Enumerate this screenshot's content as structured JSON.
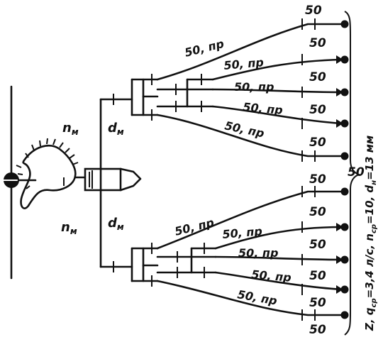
{
  "diagram": {
    "colors": {
      "ink": "#111111",
      "background": "#ffffff"
    },
    "main_labels": {
      "upper_n": "n",
      "upper_n_sub": "м",
      "upper_d": "d",
      "upper_d_sub": "м",
      "lower_n": "n",
      "lower_n_sub": "м",
      "lower_d": "d",
      "lower_d_sub": "м"
    },
    "branch_labels": {
      "upper": [
        "50, пр",
        "50, пр",
        "50, пр",
        "50, пр",
        "50, пр"
      ],
      "lower": [
        "50, пр",
        "50, пр",
        "50, пр",
        "50, пр",
        "50, пр"
      ]
    },
    "terminal_labels": {
      "upper": [
        "50",
        "50",
        "50",
        "50",
        "50",
        "50"
      ],
      "lower": [
        "50",
        "50",
        "50",
        "50",
        "50",
        "50"
      ]
    },
    "side_formula": {
      "z": "Z, q",
      "q_sub": "ср",
      "q_val": "=3,4 л/с, n",
      "n_sub": "ср",
      "n_val": "=10, d",
      "d_sub": "н",
      "d_val": "=13 мм"
    }
  }
}
